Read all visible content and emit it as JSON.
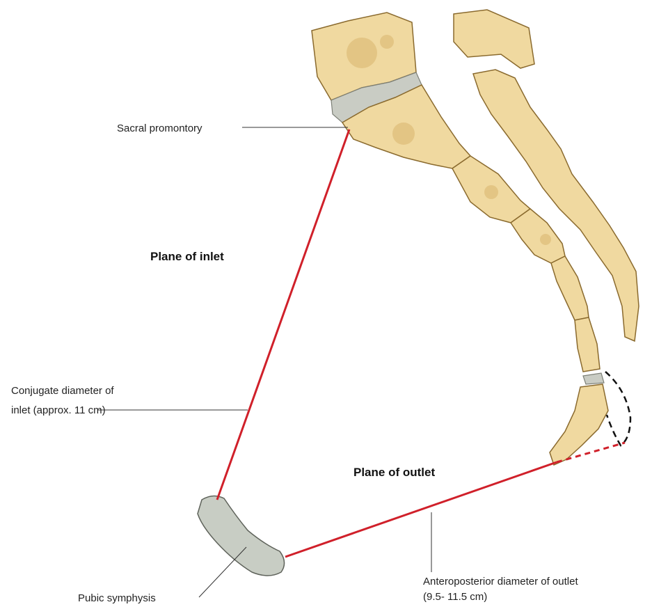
{
  "labels": {
    "sacral_promontory": "Sacral promontory",
    "plane_of_inlet": "Plane of inlet",
    "conjugate_line1": "Conjugate diameter of",
    "conjugate_line2": "inlet (approx. 11 cm)",
    "plane_of_outlet": "Plane of outlet",
    "pubic_symphysis": "Pubic symphysis",
    "ap_outlet_line1": "Anteroposterior diameter of outlet",
    "ap_outlet_line2": "(9.5- 11.5 cm)"
  },
  "colors": {
    "diameter_line": "#d0202a",
    "bone": "#f0d9a0",
    "cartilage": "#c9ccc4",
    "text": "#222222"
  }
}
